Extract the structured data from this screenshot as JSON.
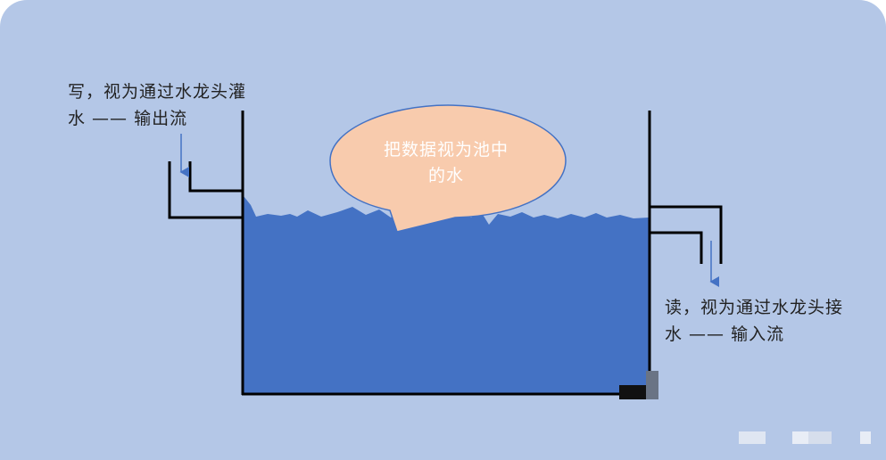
{
  "write_label": {
    "line1": "写，视为通过水龙头灌",
    "line2": "水 —— 输出流"
  },
  "read_label": {
    "line1": "读，视为通过水龙头接",
    "line2": "水 —— 输入流"
  },
  "bubble": {
    "line1": "把数据视为池中",
    "line2": "的水"
  },
  "colors": {
    "background": "#b4c7e7",
    "water": "#4472c4",
    "bubble_fill": "#f8cbad",
    "bubble_stroke": "#4472c4",
    "lines": "#000000",
    "arrow": "#4472c4"
  }
}
